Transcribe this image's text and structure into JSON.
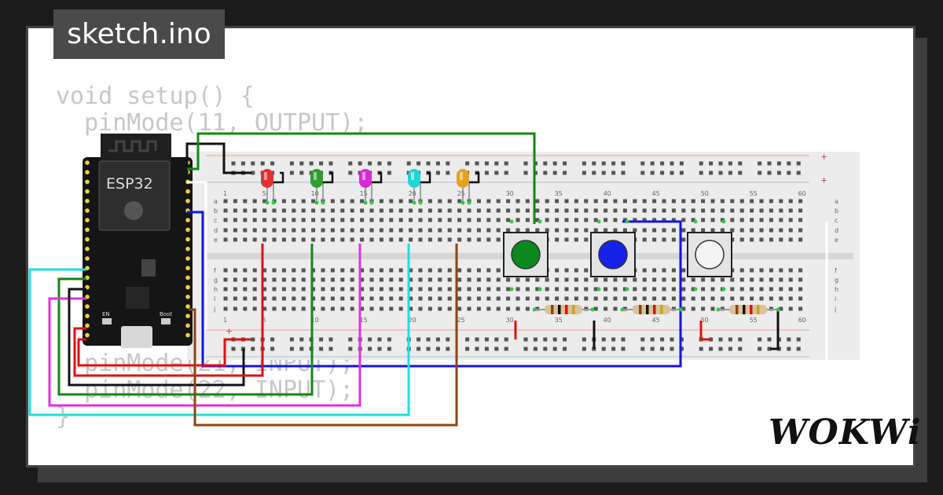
{
  "tab": {
    "title": "sketch.ino"
  },
  "code_lines": [
    "void setup() {",
    "  pinMode(11, OUTPUT);",
    "",
    "",
    "  (",
    "  (",
    "  (",
    "",
    "",
    "",
    "  pinMode(21, INPUT);",
    "  pinMode(22, INPUT);",
    "}"
  ],
  "board": {
    "label": "ESP32",
    "en_label": "EN",
    "boot_label": "Boot"
  },
  "breadboard": {
    "column_numbers": [
      "1",
      "5",
      "10",
      "15",
      "20",
      "25",
      "30",
      "35",
      "40",
      "45",
      "50",
      "55",
      "60"
    ],
    "row_letters_top": [
      "a",
      "b",
      "c",
      "d",
      "e"
    ],
    "row_letters_bottom": [
      "f",
      "g",
      "h",
      "i",
      "j"
    ],
    "rail_plus": "+"
  },
  "leds": [
    {
      "name": "red",
      "color": "#e53030"
    },
    {
      "name": "green",
      "color": "#2e9e2e"
    },
    {
      "name": "magenta",
      "color": "#d62ad6"
    },
    {
      "name": "cyan",
      "color": "#22d4d4"
    },
    {
      "name": "orange",
      "color": "#e3a21e"
    }
  ],
  "buttons": [
    {
      "name": "green",
      "color": "#0a8a1e"
    },
    {
      "name": "blue",
      "color": "#1622e8"
    },
    {
      "name": "white",
      "color": "#f4f4f4"
    }
  ],
  "brand": {
    "text": "WOKWi"
  },
  "colors": {
    "background": "#1b1b1b",
    "card": "#ffffff",
    "tab": "#4a4a4a",
    "code": "#c8c8c8",
    "breadboard": "#ececec"
  }
}
